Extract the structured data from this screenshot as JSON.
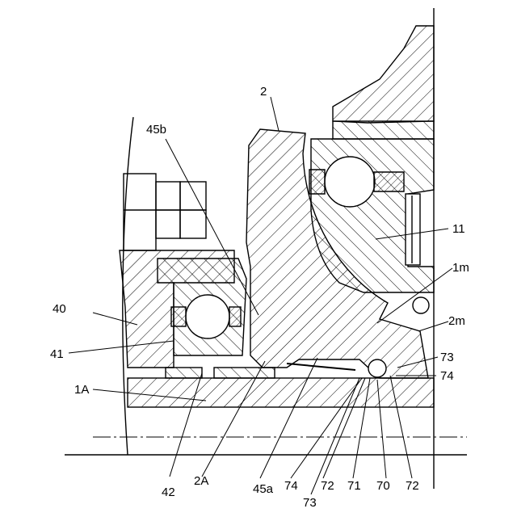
{
  "labels": {
    "l2": "2",
    "l45b": "45b",
    "l11": "11",
    "l1m": "1m",
    "l40": "40",
    "l2m": "2m",
    "l73a": "73",
    "l74a": "74",
    "l41": "41",
    "l1A": "1A",
    "l42": "42",
    "l2A": "2A",
    "l45a": "45a",
    "l74b": "74",
    "l72a": "72",
    "l71": "71",
    "l70": "70",
    "l72b": "72",
    "l73b": "73"
  }
}
